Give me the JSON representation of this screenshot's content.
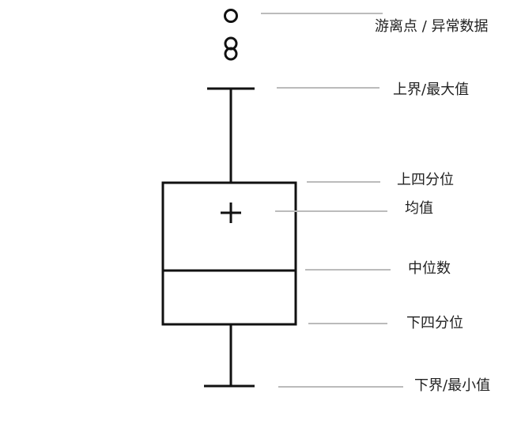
{
  "labels": {
    "outliers": "游离点 / 异常数据",
    "upper_bound": "上界/最大值",
    "upper_quartile": "上四分位",
    "mean": "均值",
    "median": "中位数",
    "lower_quartile": "下四分位",
    "lower_bound": "下界/最小值"
  },
  "colors": {
    "stroke": "#111111",
    "leader": "#bbbbbb",
    "text": "#222222"
  }
}
